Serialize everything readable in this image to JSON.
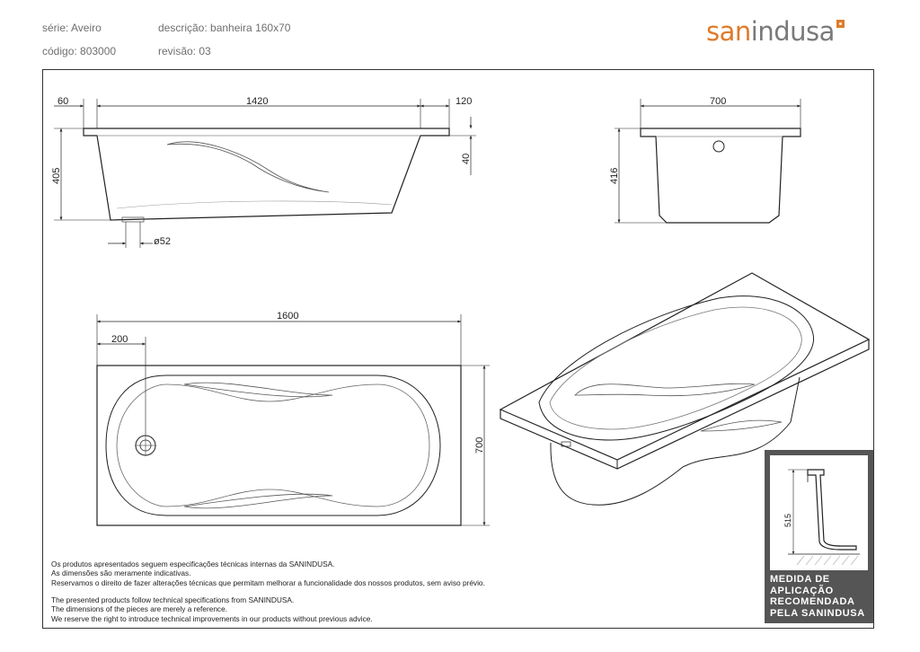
{
  "header": {
    "serie": "série: Aveiro",
    "codigo": "código: 803000",
    "descricao": "descrição: banheira 160x70",
    "revisao": "revisão: 03"
  },
  "logo": {
    "part1": "san",
    "part2": "indusa"
  },
  "dimensions": {
    "side_left_rim": "60",
    "side_length": "1420",
    "side_right_rim": "120",
    "side_height": "405",
    "side_rim_height": "40",
    "drain_diameter": "ø52",
    "end_width": "700",
    "end_height": "416",
    "top_length": "1600",
    "top_drain_offset": "200",
    "top_width": "700",
    "badge_height": "515"
  },
  "notes_pt": [
    "Os produtos apresentados seguem especificações técnicas internas da SANINDUSA.",
    "As dimensões são meramente indicativas.",
    "Reservamos o direito de fazer alterações técnicas que permitam melhorar a funcionalidade dos nossos produtos, sem aviso prévio."
  ],
  "notes_en": [
    "The presented products follow technical specifications from SANINDUSA.",
    "The dimensions of the pieces are merely a reference.",
    "We reserve the right to introduce technical improvements in our products without previous advice."
  ],
  "badge": {
    "lines": [
      "MEDIDA DE",
      "APLICAÇÃO",
      "RECOMENDADA",
      "PELA SANINDUSA"
    ]
  },
  "colors": {
    "brand_orange": "#e07b2a",
    "logo_gray": "#7a7a7a",
    "badge_bg": "#555555"
  }
}
